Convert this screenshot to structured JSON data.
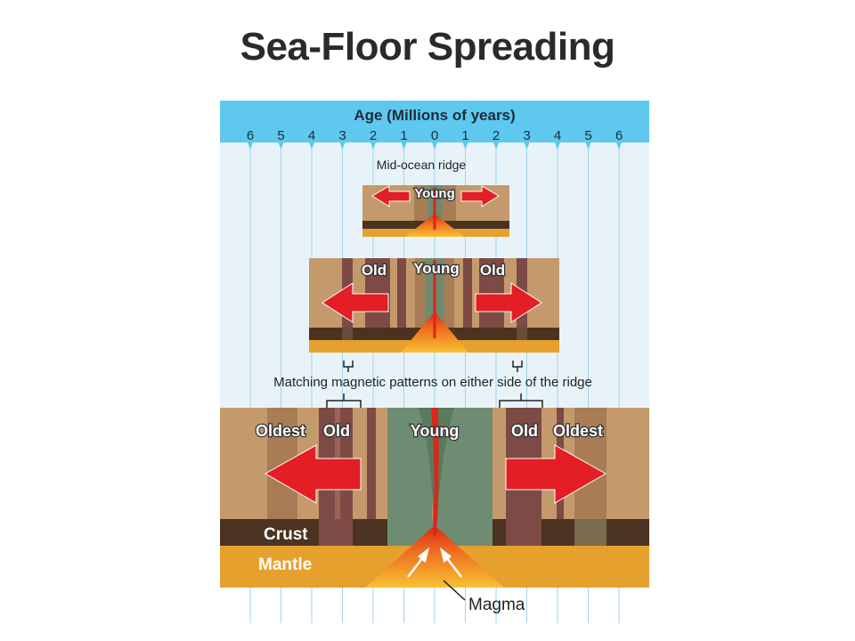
{
  "title": "Sea-Floor Spreading",
  "axis": {
    "label": "Age (Millions of years)",
    "ticks": [
      "6",
      "5",
      "4",
      "3",
      "2",
      "1",
      "0",
      "1",
      "2",
      "3",
      "4",
      "5",
      "6"
    ]
  },
  "labels": {
    "mid_ocean_ridge": "Mid-ocean ridge",
    "young": "Young",
    "old": "Old",
    "oldest": "Oldest",
    "matching": "Matching magnetic patterns on either side of the ridge",
    "crust": "Crust",
    "mantle": "Mantle",
    "magma": "Magma"
  },
  "colors": {
    "band_header": "#5ec8ee",
    "panel_bg": "#e8f3f9",
    "tan": "#c49a6c",
    "maroon": "#7d4a45",
    "green": "#6e8c72",
    "dark_crust": "#4a3421",
    "mantle": "#e6a02e",
    "magma": "#e8411c",
    "arrow": "#e31e24"
  }
}
